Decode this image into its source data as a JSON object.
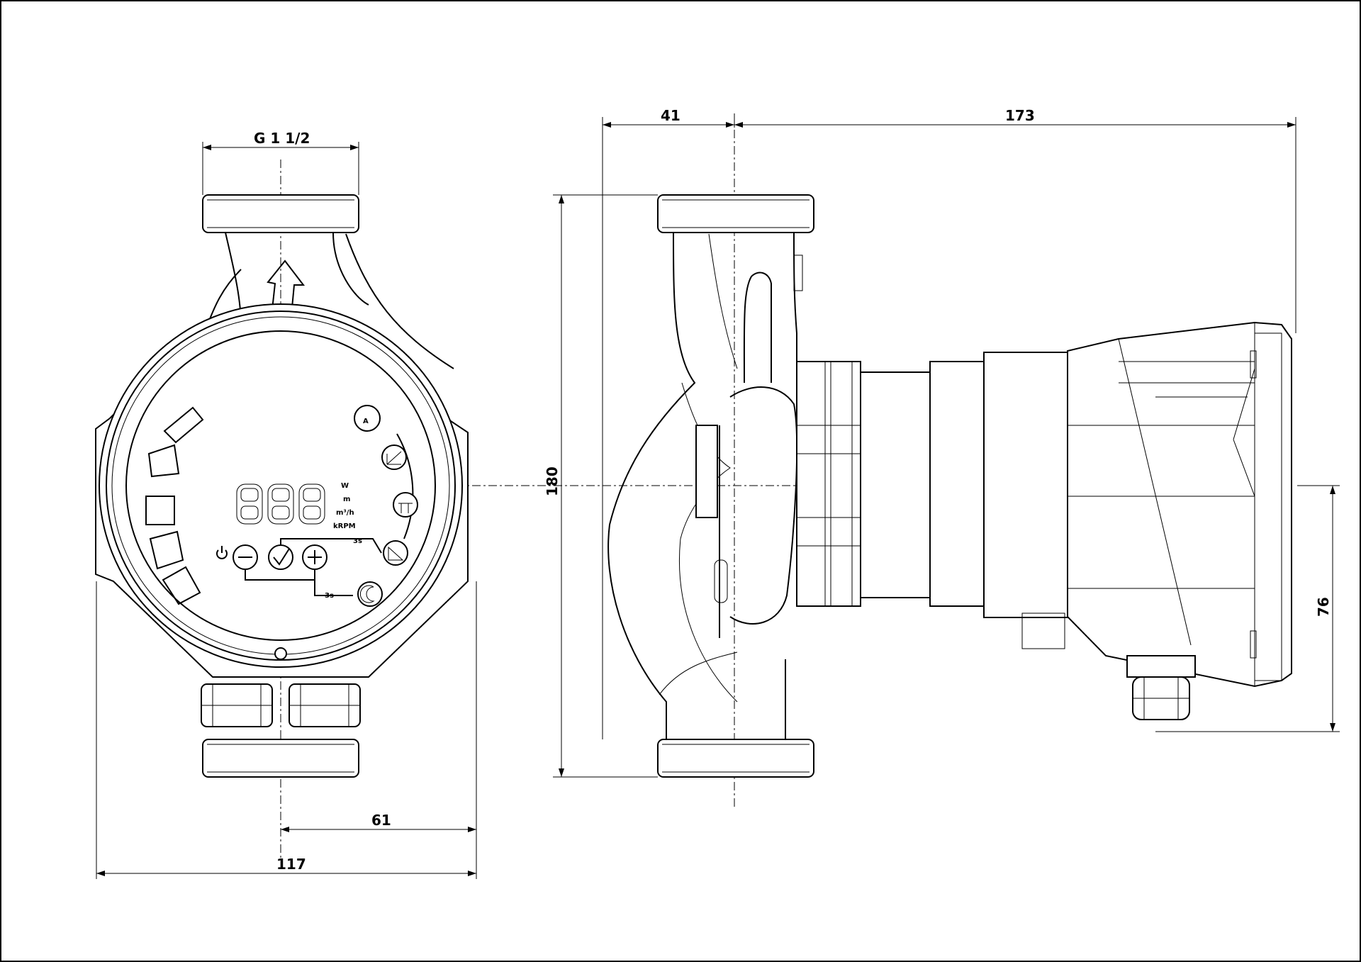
{
  "dimensions": {
    "thread": "G 1 1/2",
    "front_overall_width": "117",
    "front_half_width": "61",
    "side_pipe_offset": "41",
    "side_motor_length": "173",
    "port_to_port": "180",
    "axis_height": "76"
  },
  "display": {
    "digits": "8.8.8",
    "units": [
      "W",
      "m",
      "m³/h",
      "kRPM"
    ],
    "mode_auto": "A",
    "hold_3s_a": "3s",
    "hold_3s_b": "3s"
  }
}
